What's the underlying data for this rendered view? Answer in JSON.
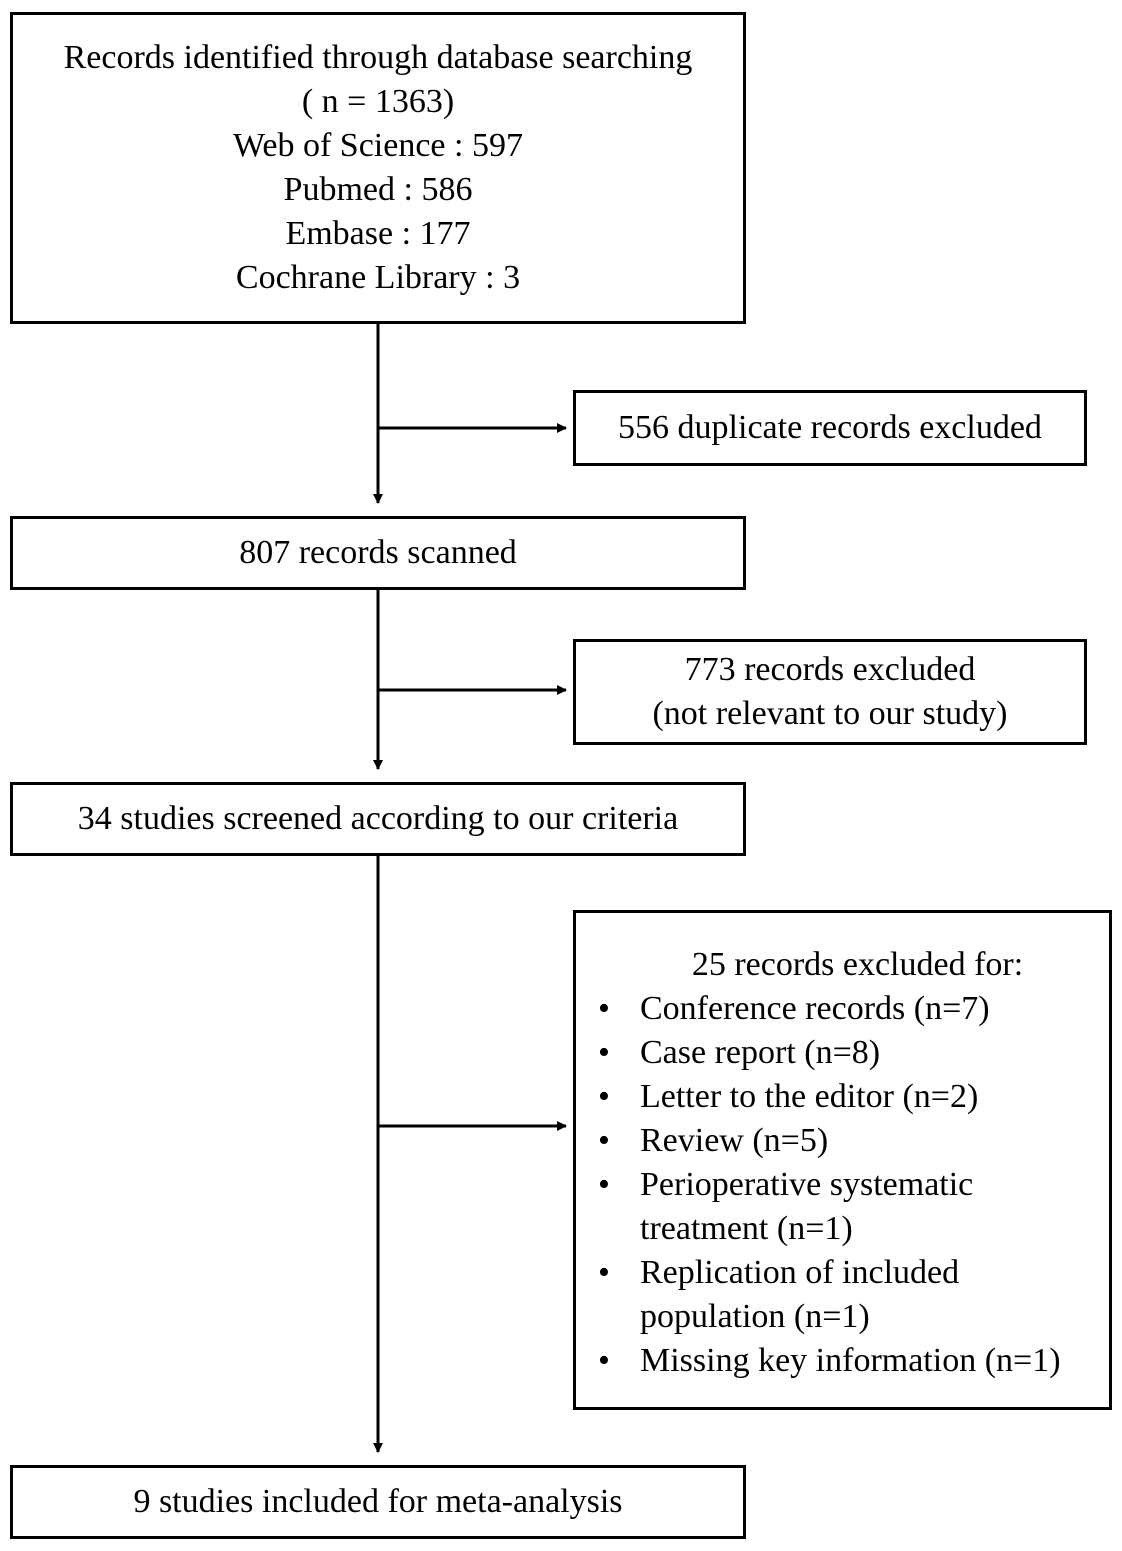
{
  "identification": {
    "title": "Records identified through database searching",
    "total": "( n = 1363)",
    "sources": [
      "Web of Science : 597",
      "Pubmed : 586",
      "Embase : 177",
      "Cochrane Library : 3"
    ]
  },
  "duplicates_excluded": "556 duplicate records excluded",
  "scanned": "807 records scanned",
  "irrelevant_excluded": {
    "line1": "773 records excluded",
    "line2": "(not relevant to our study)"
  },
  "screened": "34 studies screened according to our criteria",
  "excluded_for": {
    "heading": "25 records excluded for:",
    "bullet": "•",
    "reasons": [
      [
        "Conference records (n=7)"
      ],
      [
        "Case report (n=8)"
      ],
      [
        "Letter to the editor (n=2)"
      ],
      [
        "Review (n=5)"
      ],
      [
        "Perioperative systematic",
        "treatment (n=1)"
      ],
      [
        "Replication of included",
        "population (n=1)"
      ],
      [
        "Missing key information (n=1)"
      ]
    ]
  },
  "included": "9 studies included for meta-analysis"
}
